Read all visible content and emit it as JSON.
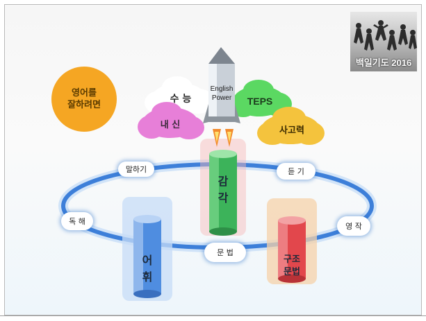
{
  "badge": {
    "caption": "백일기도 2016"
  },
  "circle": {
    "text_line1": "영어를",
    "text_line2": "잘하려면"
  },
  "clouds": {
    "suneung": "수 능",
    "naesin": "내 신",
    "teps": "TEPS",
    "sagoryeok": "사고력"
  },
  "rocket": {
    "line1": "English",
    "line2": "Power"
  },
  "ring_labels": {
    "speaking": "말하기",
    "listening": "듣 기",
    "reading": "독 해",
    "writing": "영 작",
    "grammar": "문 법"
  },
  "cylinders": {
    "center_line1": "감",
    "center_line2": "각",
    "left_line1": "어",
    "left_line2": "휘",
    "right_line1": "구조",
    "right_line2": "문법"
  },
  "colors": {
    "orange": "#f5a623",
    "pink_cloud": "#e77fd8",
    "green_cloud": "#5bd862",
    "yellow_cloud": "#f4c33d",
    "ring_blue": "#3d7fd9",
    "green_cylinder": "#3cb35a",
    "blue_cylinder": "#4f8de0",
    "red_cylinder": "#e2474c"
  }
}
